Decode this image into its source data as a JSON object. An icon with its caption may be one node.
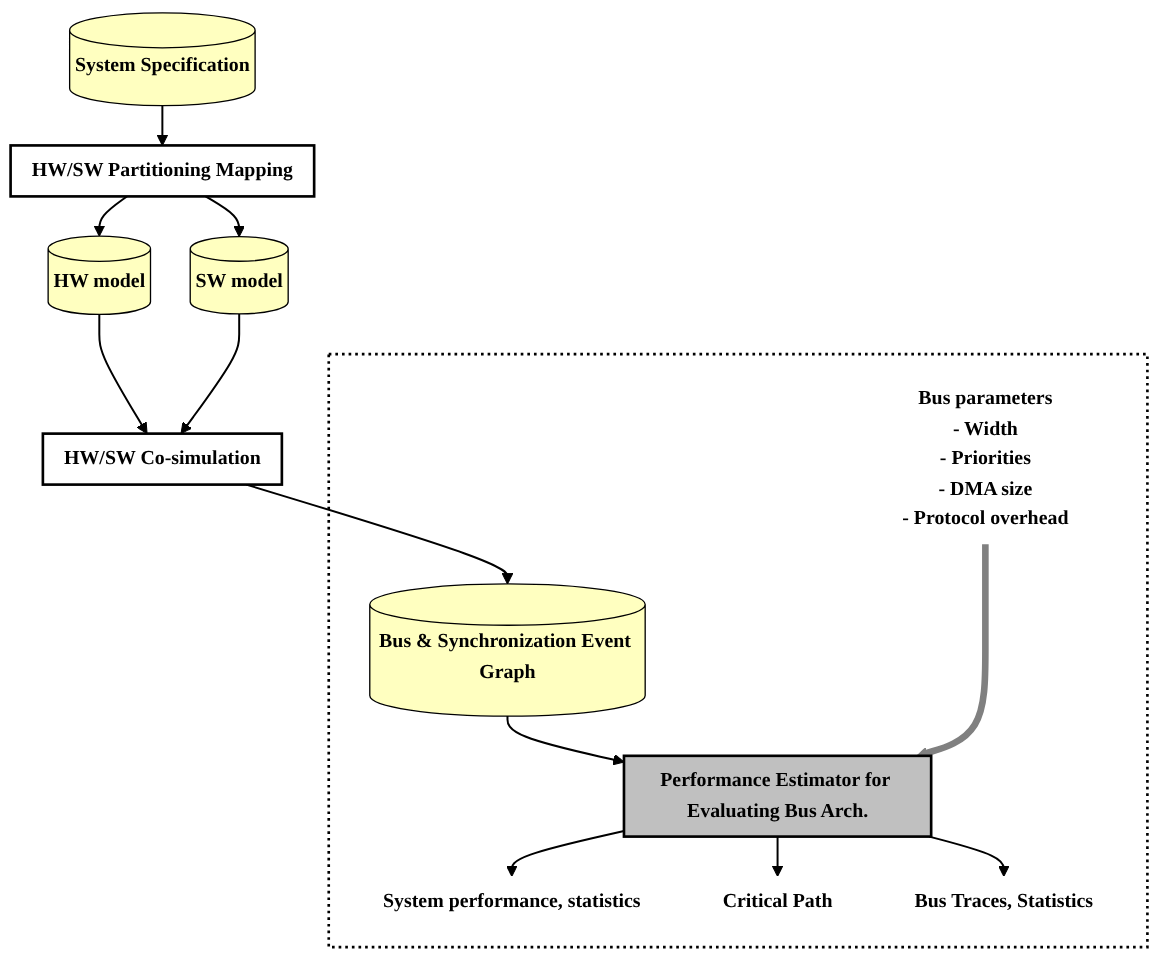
{
  "diagram": {
    "nodes": [
      {
        "text": [
          "System Specification"
        ]
      },
      {
        "text": [
          "HW/SW Partitioning Mapping"
        ]
      },
      {
        "text": [
          "HW model"
        ]
      },
      {
        "text": [
          "SW model"
        ]
      },
      {
        "text": [
          "HW/SW Co-simulation"
        ]
      },
      {
        "text": [],
        "shape": "box"
      },
      {
        "text": [
          "Bus & Synchronization Event Graph"
        ],
        "in": 5
      },
      {
        "text": [
          "Bus parameters",
          "- Width",
          "- Priorities",
          "- DMA size",
          "- Protocol overhead"
        ],
        "in": 5
      },
      {
        "text": [
          "Performance Estimator for Evaluating Bus Arch."
        ],
        "in": 5
      },
      {
        "text": [
          "System performance, statistics"
        ],
        "in": 5
      },
      {
        "text": [
          "Critical Path"
        ],
        "in": 5
      },
      {
        "text": [
          "Bus Traces, Statistics"
        ],
        "in": 5
      }
    ],
    "edges": [
      {
        "from": 0,
        "to": 1,
        "arrow": "to"
      },
      {
        "from": 1,
        "to": 2,
        "arrow": "to"
      },
      {
        "from": 1,
        "to": 3,
        "arrow": "to"
      },
      {
        "from": 2,
        "to": 4,
        "arrow": "to"
      },
      {
        "from": 3,
        "to": 4,
        "arrow": "to"
      },
      {
        "from": 4,
        "to": 6,
        "arrow": "to"
      },
      {
        "from": 6,
        "to": 8,
        "arrow": "to"
      },
      {
        "from": 7,
        "to": 8,
        "arrow": "to",
        "style": "thick",
        "color": "#808080"
      },
      {
        "from": 8,
        "to": 9,
        "arrow": "to"
      },
      {
        "from": 8,
        "to": 10,
        "arrow": "to"
      },
      {
        "from": 8,
        "to": 11,
        "arrow": "to"
      }
    ]
  }
}
